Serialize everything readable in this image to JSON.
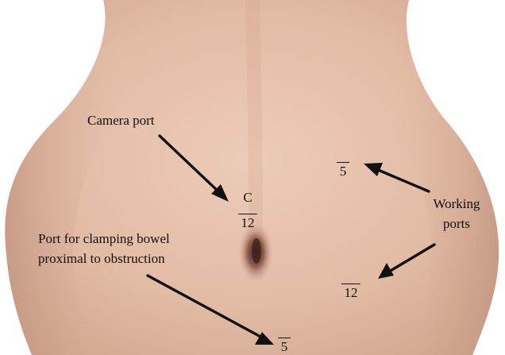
{
  "annotations": {
    "camera_port": "Camera port",
    "working_ports": [
      "Working",
      "ports"
    ],
    "clamping_port": [
      "Port for clamping bowel",
      "proximal to obstruction"
    ]
  },
  "ports": {
    "camera_letter": "C",
    "camera_size": "12",
    "upper_right_size": "5",
    "lower_right_size": "12",
    "lower_center_size": "5"
  },
  "colors": {
    "skin_light": "#e9c9b3",
    "skin_mid": "#ddb49c",
    "skin_shadow": "#c99c86",
    "ink": "#111111"
  }
}
